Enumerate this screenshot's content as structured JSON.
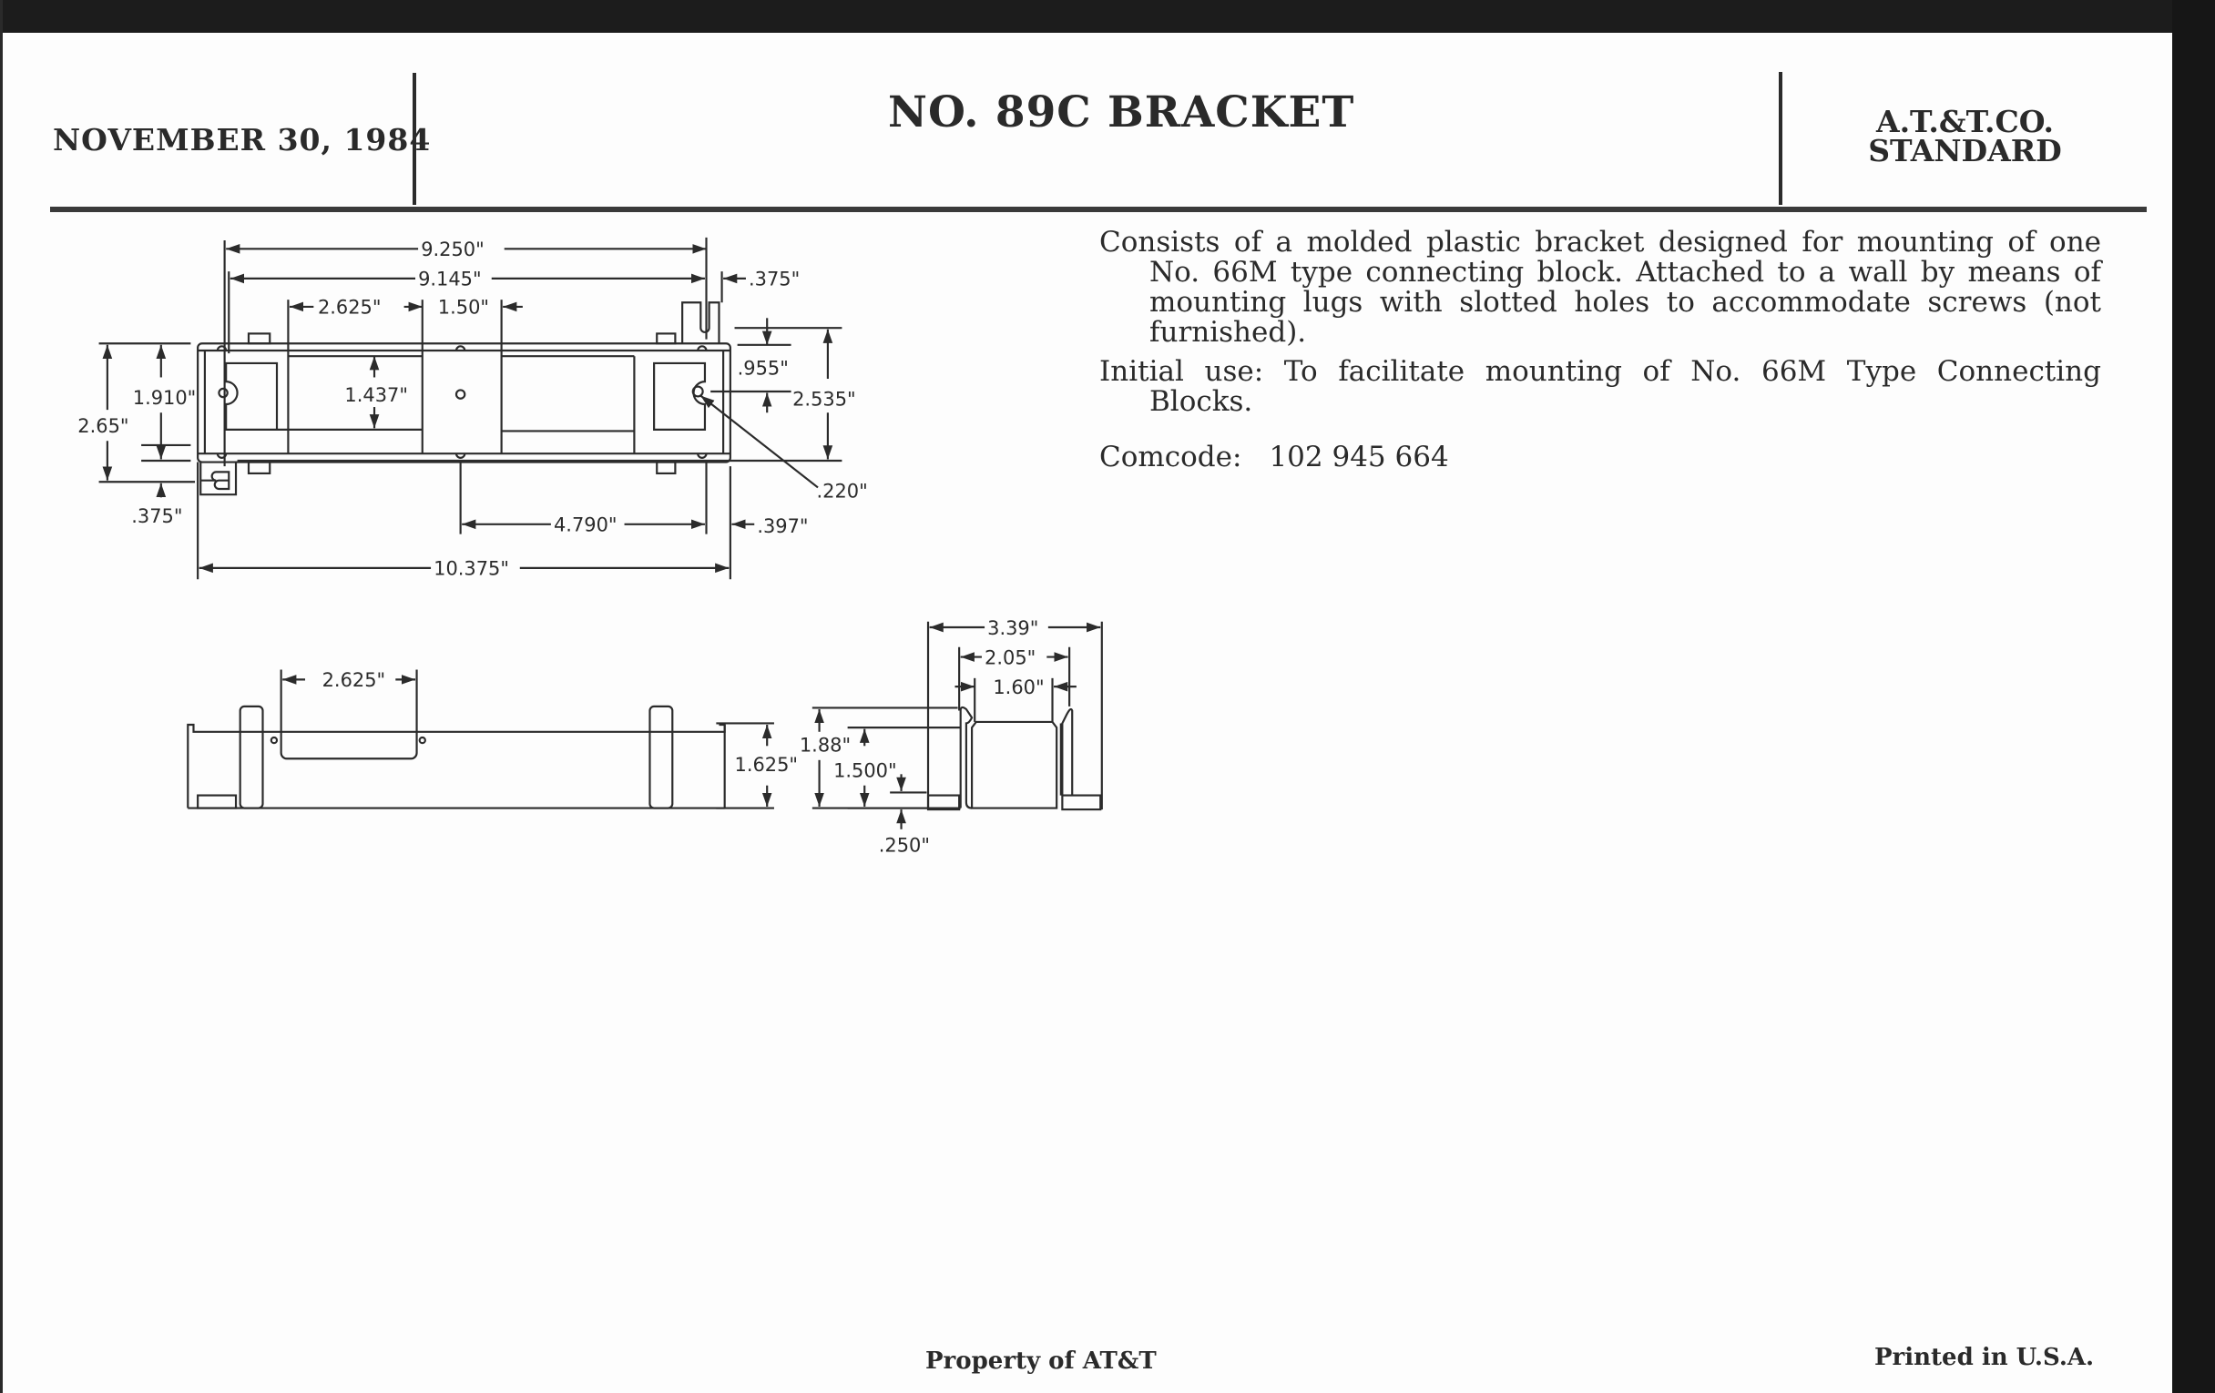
{
  "header": {
    "date": "NOVEMBER 30, 1984",
    "title": "NO. 89C BRACKET",
    "org_line1": "A.T.&T.CO.",
    "org_line2": "STANDARD"
  },
  "description": {
    "paragraph1": "Consists of a molded plastic bracket designed for mounting of one No. 66M type connecting block. Attached to a wall by means of mounting lugs with slotted holes to accommodate screws (not furnished).",
    "paragraph2": "Initial use: To facilitate mounting of No. 66M Type Connecting Blocks.",
    "comcode_label": "Comcode:",
    "comcode_value": "102 945 664"
  },
  "drawing": {
    "top_view": {
      "dim_overall_lugs": "9.250\"",
      "dim_inner_lugs": "9.145\"",
      "dim_slot_width": ".375\"",
      "dim_window": "2.625\"",
      "dim_center": "1.50\"",
      "dim_inner_height": "1.437\"",
      "dim_body_height": "1.910\"",
      "dim_total_height": "2.65\"",
      "dim_bottom_lug": ".375\"",
      "dim_lug_offset": ".955\"",
      "dim_lug_span": "2.535\"",
      "dim_hole": ".220\"",
      "dim_hole_spacing": "4.790\"",
      "dim_end_offset": ".397\"",
      "dim_overall_length": "10.375\""
    },
    "side_view": {
      "dim_window": "2.625\"",
      "dim_height": "1.625\""
    },
    "end_view": {
      "dim_overall_width": "3.39\"",
      "dim_outer_rails": "2.05\"",
      "dim_inner": "1.60\"",
      "dim_total_height": "1.88\"",
      "dim_channel_height": "1.500\"",
      "dim_base": ".250\""
    }
  },
  "footer": {
    "property": "Property of AT&T",
    "printed": "Printed in U.S.A."
  }
}
